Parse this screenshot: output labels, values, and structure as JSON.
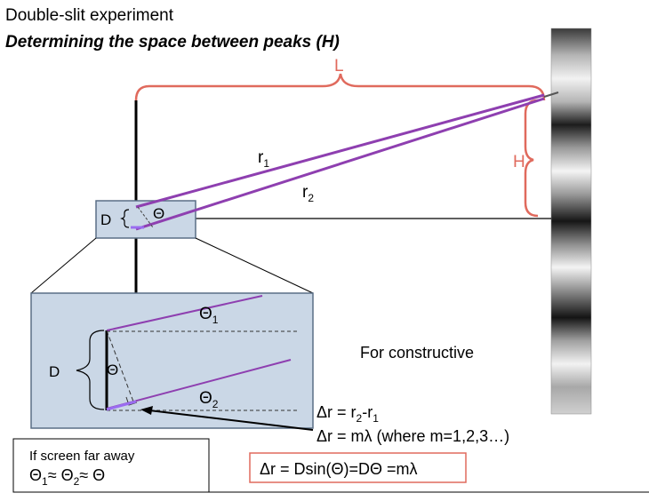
{
  "header": {
    "title": "Double-slit experiment",
    "subtitle": "Determining the space between peaks (H)"
  },
  "labels": {
    "L": "L",
    "H": "H",
    "r1_main": "r",
    "r1_sub": "1",
    "r2_main": "r",
    "r2_sub": "2",
    "D_small": "D",
    "theta_small": "Θ",
    "D_inset": "D",
    "theta_inset": "Θ",
    "theta1_main": "Θ",
    "theta1_sub": "1",
    "theta2_main": "Θ",
    "theta2_sub": "2"
  },
  "notes": {
    "constructive": "For constructive",
    "eq1": {
      "a": "Δr = r",
      "b": "2",
      "c": "-r",
      "d": "1"
    },
    "eq2": "Δr = mλ (where m=1,2,3…)",
    "boxed_equation": "Δr = Dsin(Θ)=DΘ =mλ",
    "far_away_title": "If screen far away",
    "far_away_eq": {
      "a": "Θ",
      "b": "1",
      "c": "≈ Θ",
      "d": "2",
      "e": "≈  Θ"
    }
  },
  "colors": {
    "ray": "#8e3fb0",
    "highlight": "#e06a5d",
    "box_fill": "#cad7e6",
    "box_stroke": "#5a6f86",
    "slit_highlight": "#9a6cf0"
  }
}
